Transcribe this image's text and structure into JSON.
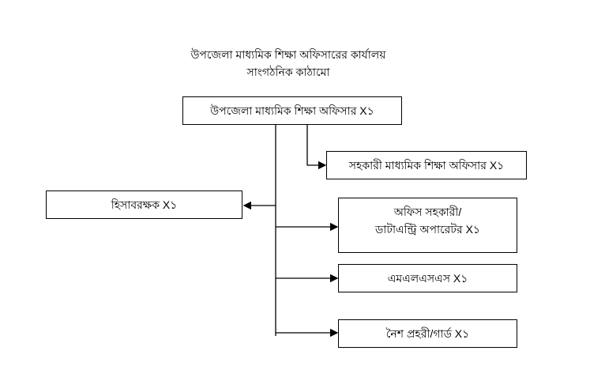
{
  "title": {
    "line1": "উপজেলা মাধ্যমিক শিক্ষা অফিসারের কার্যালয়",
    "line2": "সাংগঠনিক কাঠামো"
  },
  "nodes": {
    "head": "উপজেলা মাধ্যমিক শিক্ষা অফিসার X১",
    "assistant_officer": "সহকারী মাধ্যমিক শিক্ষা অফিসার X১",
    "accountant": "হিসাবরক্ষক X১",
    "office_assistant_line1": "অফিস সহকারী/",
    "office_assistant_line2": "ডাটাএন্ট্রি অপারেটর X১",
    "mlss": "এমএলএসএস X১",
    "night_guard": "নৈশ প্রহরী/গার্ড X১"
  }
}
